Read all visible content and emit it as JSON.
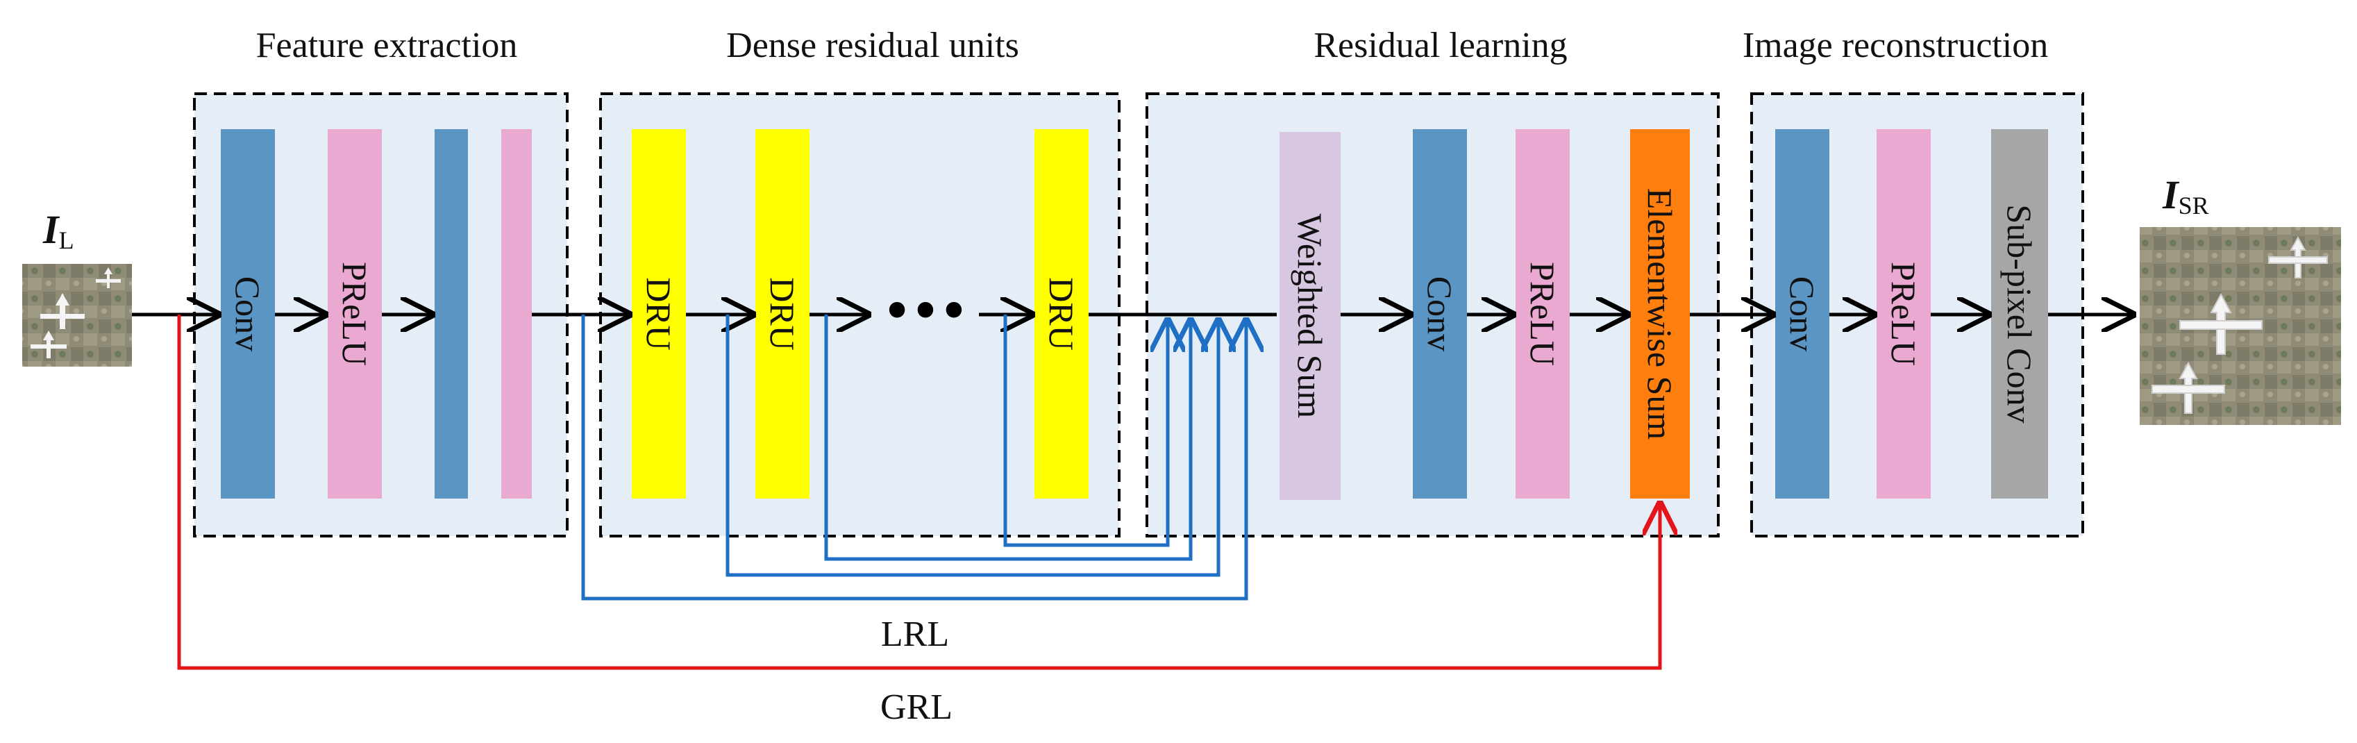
{
  "sections": {
    "feature_extraction": "Feature extraction",
    "dense_residual_units": "Dense residual units",
    "residual_learning": "Residual learning",
    "image_reconstruction": "Image reconstruction"
  },
  "inputs": {
    "low_res": {
      "symbol": "I",
      "subscript": "L"
    },
    "super_res": {
      "symbol": "I",
      "subscript": "SR"
    }
  },
  "blocks": {
    "fe_conv": "Conv",
    "fe_prelu": "PReLU",
    "dru_1": "DRU",
    "dru_2": "DRU",
    "dru_n": "DRU",
    "ellipsis": "•••",
    "weighted_sum": "Weighted Sum",
    "rl_conv": "Conv",
    "rl_prelu": "PReLU",
    "elementwise_sum": "Elementwise Sum",
    "ir_conv": "Conv",
    "ir_prelu": "PReLU",
    "subpixel_conv": "Sub-pixel Conv"
  },
  "connections": {
    "lrl": "LRL",
    "grl": "GRL"
  },
  "colors": {
    "conv": "#5b95c3",
    "prelu": "#e9a9d0",
    "dru": "#ffff00",
    "weighted_sum": "#d8c7e0",
    "elementwise_sum": "#ff7f0e",
    "subpixel": "#a6a6a6",
    "panel": "#e5edf6",
    "lrl": "#1f6fc4",
    "grl": "#e3141a"
  }
}
